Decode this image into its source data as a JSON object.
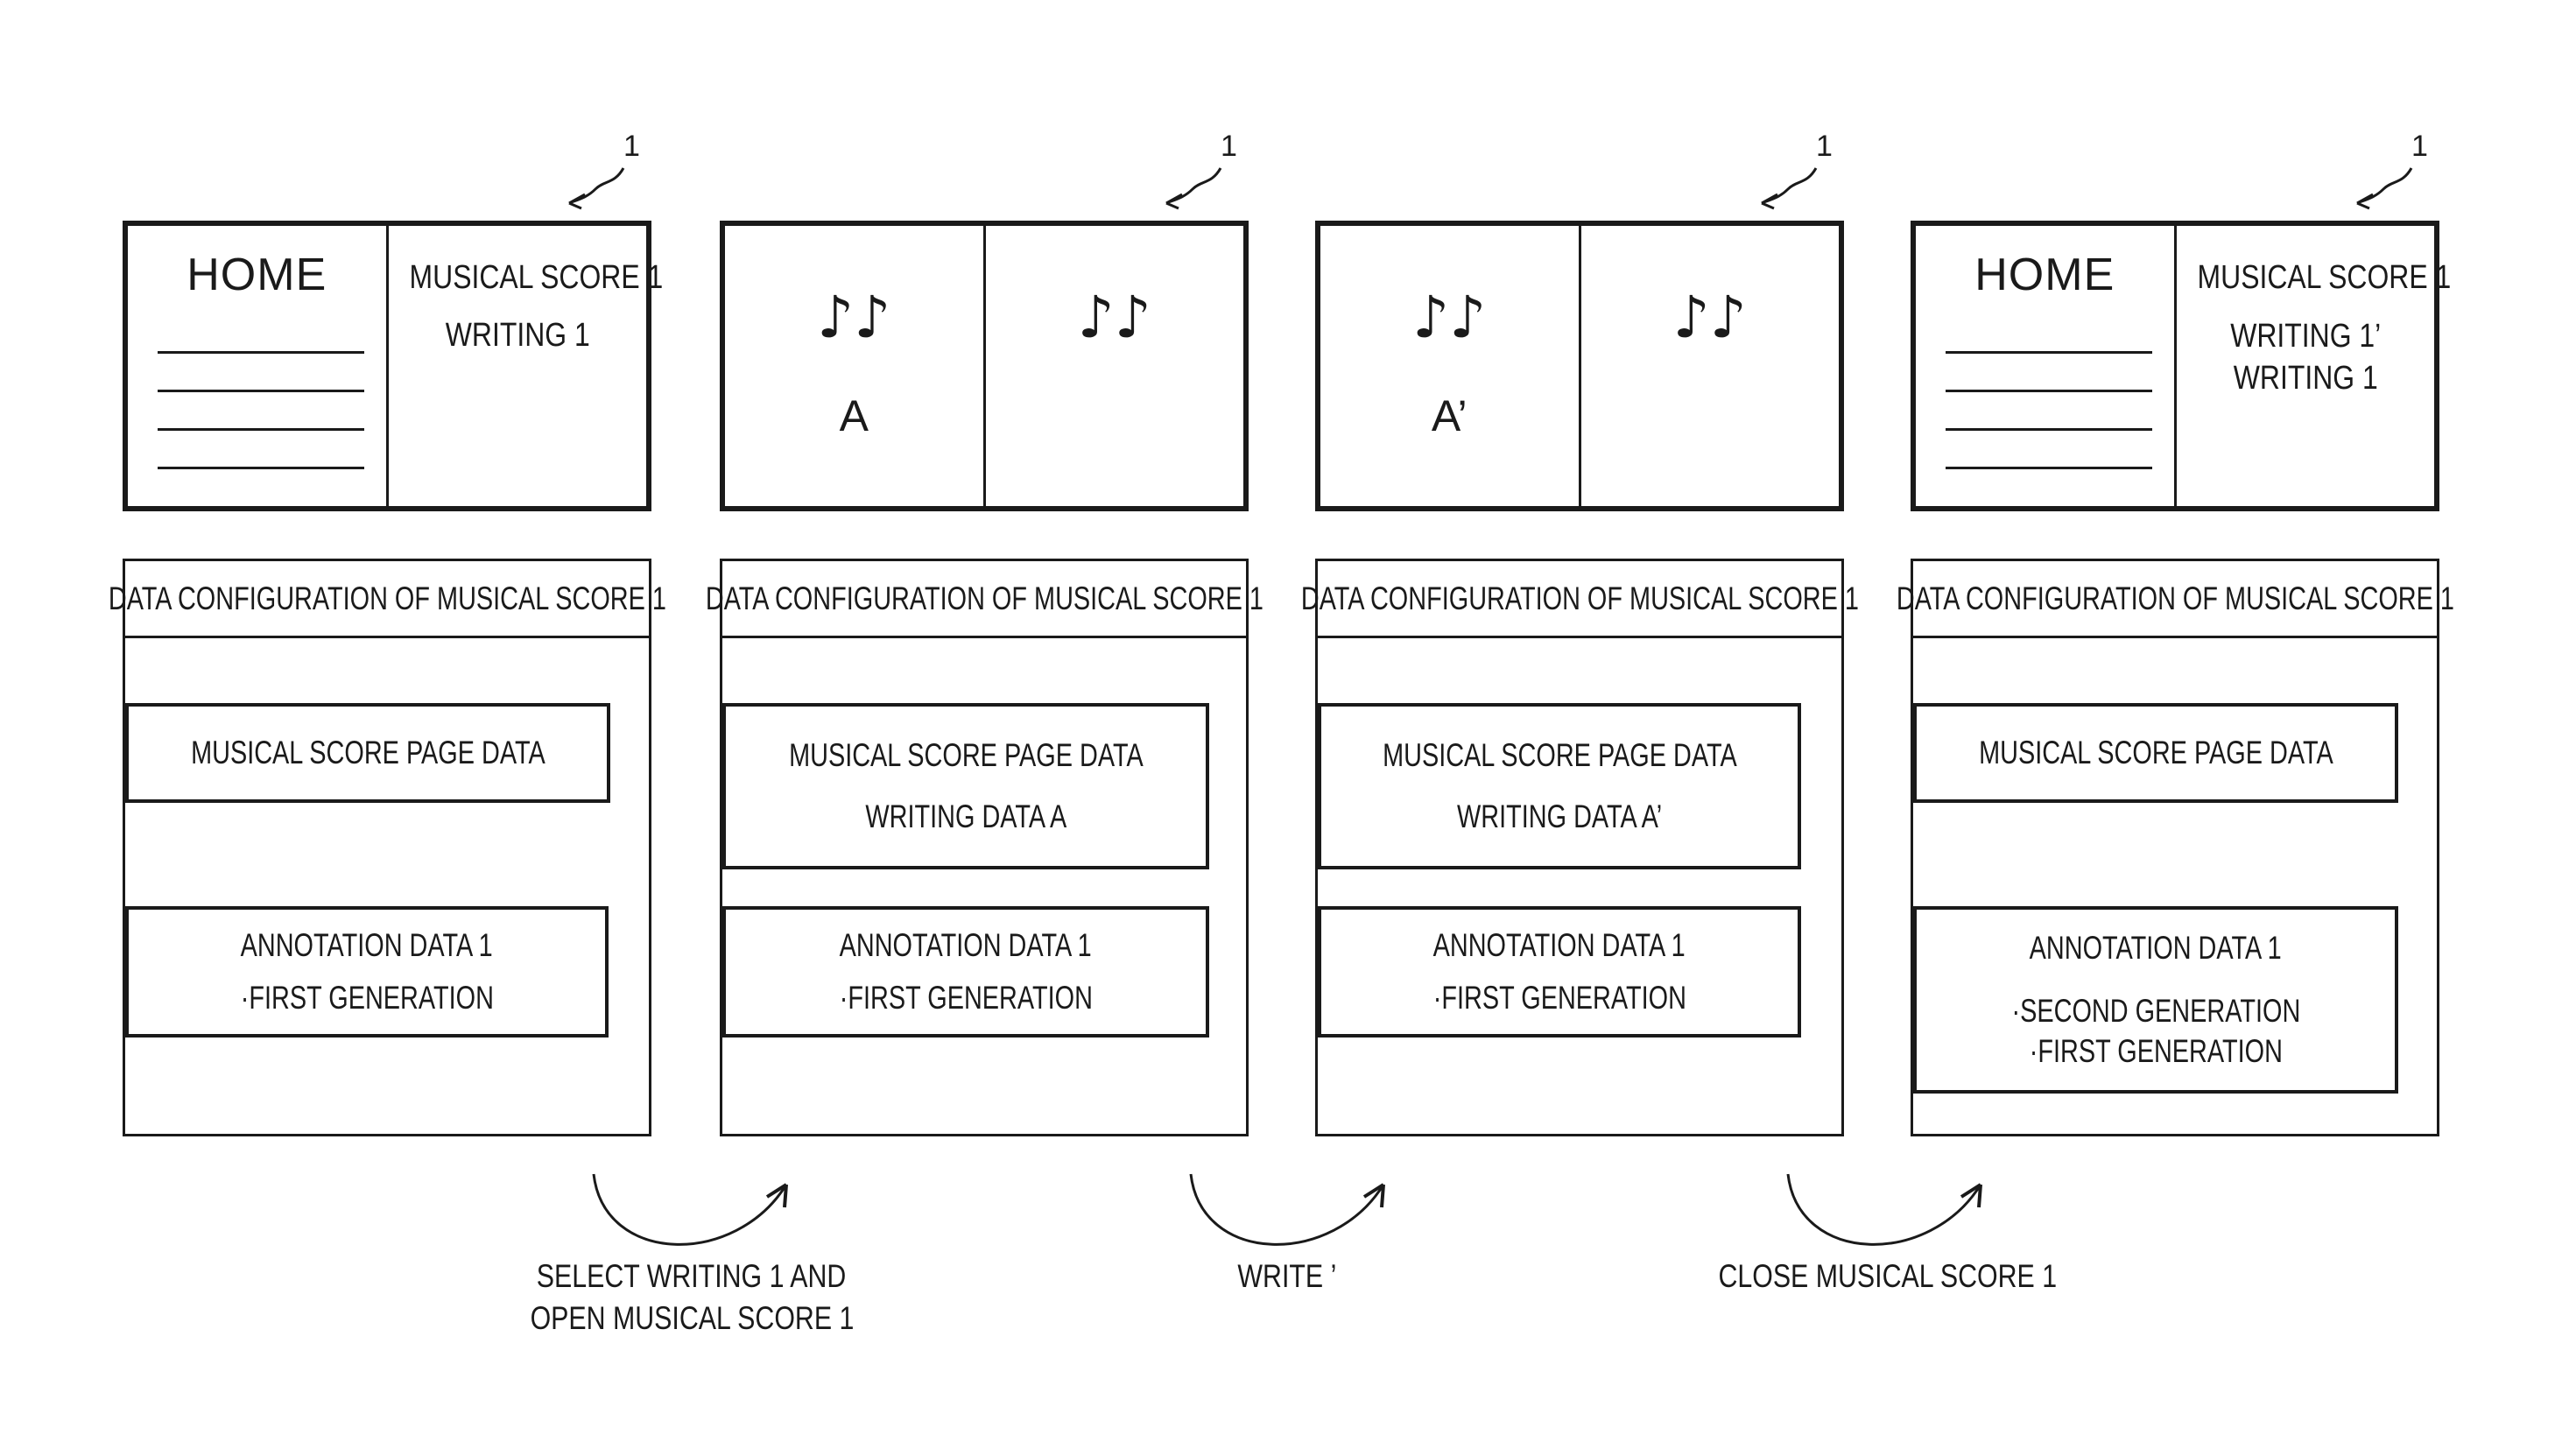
{
  "reference_numeral": "1",
  "data_config_title": "DATA CONFIGURATION OF MUSICAL SCORE 1",
  "stages": [
    {
      "screen": {
        "home_label": "HOME",
        "list_lines": [
          "MUSICAL SCORE 1",
          "WRITING 1"
        ]
      },
      "page_box": {
        "lines": [
          "MUSICAL SCORE PAGE DATA"
        ]
      },
      "annotation_box": {
        "lines": [
          "ANNOTATION DATA 1",
          "·FIRST GENERATION"
        ]
      }
    },
    {
      "screen": {
        "notes_left": "♪♪",
        "mark": "A",
        "notes_right": "♪♪"
      },
      "page_box": {
        "lines": [
          "MUSICAL SCORE PAGE DATA",
          "WRITING DATA A"
        ]
      },
      "annotation_box": {
        "lines": [
          "ANNOTATION DATA 1",
          "·FIRST GENERATION"
        ]
      }
    },
    {
      "screen": {
        "notes_left": "♪♪",
        "mark": "A’",
        "notes_right": "♪♪"
      },
      "page_box": {
        "lines": [
          "MUSICAL SCORE PAGE DATA",
          "WRITING DATA A’"
        ]
      },
      "annotation_box": {
        "lines": [
          "ANNOTATION DATA 1",
          "·FIRST GENERATION"
        ]
      }
    },
    {
      "screen": {
        "home_label": "HOME",
        "list_lines": [
          "MUSICAL SCORE 1",
          "WRITING 1’",
          "WRITING 1"
        ]
      },
      "page_box": {
        "lines": [
          "MUSICAL SCORE PAGE DATA"
        ]
      },
      "annotation_box": {
        "lines": [
          "ANNOTATION DATA 1",
          "·SECOND GENERATION",
          "·FIRST GENERATION"
        ]
      }
    }
  ],
  "transitions": [
    {
      "lines": [
        "SELECT WRITING 1 AND",
        "OPEN MUSICAL SCORE 1"
      ]
    },
    {
      "lines": [
        "WRITE ’"
      ]
    },
    {
      "lines": [
        "CLOSE MUSICAL SCORE 1"
      ]
    }
  ]
}
